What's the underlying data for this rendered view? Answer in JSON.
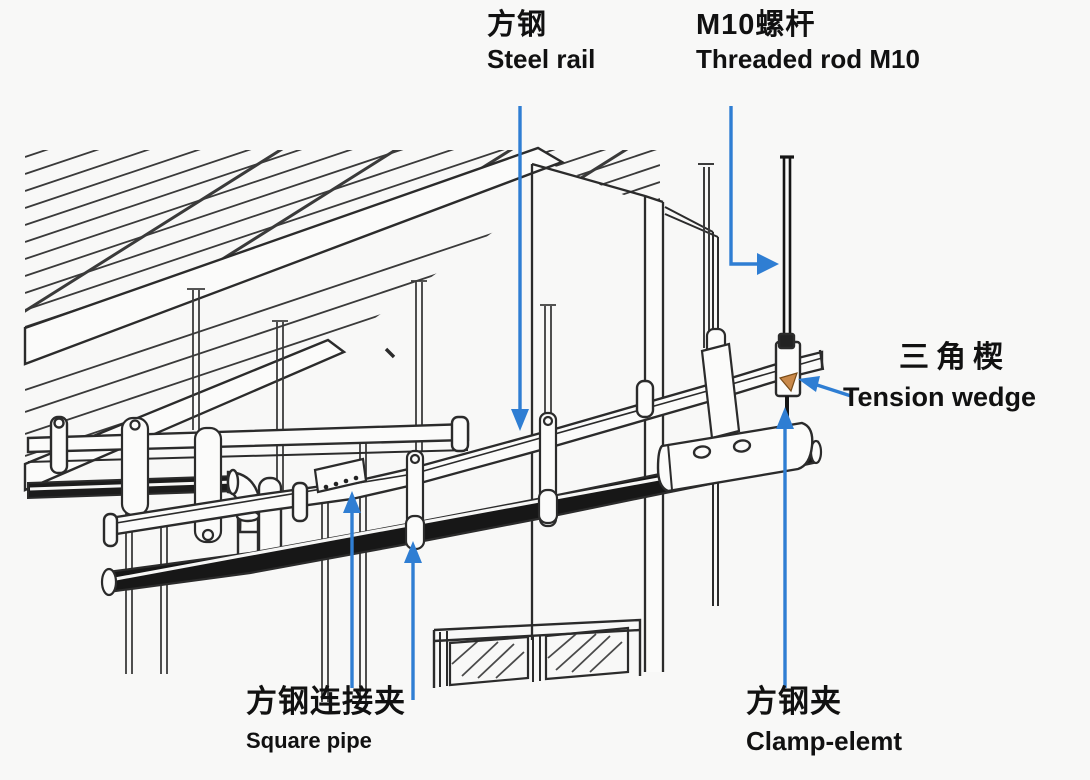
{
  "colors": {
    "arrow": "#2f7ed3",
    "line": "#2b2b2b",
    "paper": "#f8f8f7",
    "wedge_fill": "#c9894a"
  },
  "labels": {
    "steel_rail": {
      "zh": "方钢",
      "en": "Steel rail"
    },
    "threaded_rod": {
      "zh": "M10螺杆",
      "en": "Threaded rod M10"
    },
    "tension_wedge": {
      "zh": "三角楔",
      "en": "Tension wedge"
    },
    "square_pipe": {
      "zh": "方钢连接夹",
      "en": "Square pipe"
    },
    "clamp_element": {
      "zh": "方钢夹",
      "en": "Clamp-elemt"
    }
  }
}
